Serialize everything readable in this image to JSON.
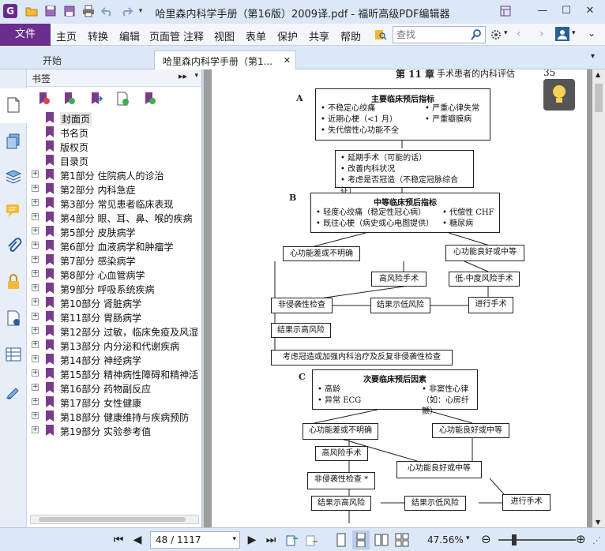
{
  "window": {
    "title": "哈里森内科学手册（第16版）2009译.pdf - 福昕高级PDF编辑器",
    "logo_letter": "G"
  },
  "menu": {
    "file": "文件",
    "items": [
      "主页",
      "转换",
      "编辑",
      "页面管",
      "注释",
      "视图",
      "表单",
      "保护",
      "共享",
      "帮助"
    ],
    "search_placeholder": "查找"
  },
  "tabs": {
    "start": "开始",
    "doc": "哈里森内科学手册（第1..."
  },
  "bookmarks": {
    "header": "书签",
    "items": [
      {
        "label": "封面页",
        "expandable": false,
        "selected": true
      },
      {
        "label": "书名页",
        "expandable": false
      },
      {
        "label": "版权页",
        "expandable": false
      },
      {
        "label": "目录页",
        "expandable": false
      },
      {
        "label": "第1部分  住院病人的诊治",
        "expandable": true
      },
      {
        "label": "第2部分  内科急症",
        "expandable": true
      },
      {
        "label": "第3部分  常见患者临床表现",
        "expandable": true
      },
      {
        "label": "第4部分  眼、耳、鼻、喉的疾病",
        "expandable": true
      },
      {
        "label": "第5部分  皮肤病学",
        "expandable": true
      },
      {
        "label": "第6部分  血液病学和肿瘤学",
        "expandable": true
      },
      {
        "label": "第7部分  感染病学",
        "expandable": true
      },
      {
        "label": "第8部分  心血管病学",
        "expandable": true
      },
      {
        "label": "第9部分  呼吸系统疾病",
        "expandable": true
      },
      {
        "label": "第10部分  肾脏病学",
        "expandable": true
      },
      {
        "label": "第11部分  胃肠病学",
        "expandable": true
      },
      {
        "label": "第12部分  过敏，临床免疫及风湿",
        "expandable": true
      },
      {
        "label": "第13部分  内分泌和代谢疾病",
        "expandable": true
      },
      {
        "label": "第14部分  神经病学",
        "expandable": true
      },
      {
        "label": "第15部分  精神病性障碍和精神活",
        "expandable": true
      },
      {
        "label": "第16部分  药物副反应",
        "expandable": true
      },
      {
        "label": "第17部分  女性健康",
        "expandable": true
      },
      {
        "label": "第18部分  健康维持与疾病预防",
        "expandable": true
      },
      {
        "label": "第19部分  实验参考值",
        "expandable": true
      }
    ]
  },
  "page": {
    "chapter": "第 11 章",
    "chapter_title": "手术患者的内科评估",
    "page_number": "35",
    "section_a": "A",
    "section_b": "B",
    "section_c": "C",
    "a_main": {
      "title": "主要临床预后指标",
      "left": [
        "• 不稳定心绞痛",
        "• 近期心梗（<1 月）",
        "• 失代偿性心功能不全"
      ],
      "right": [
        "• 严重心律失常",
        "• 严重瓣膜病"
      ]
    },
    "a_actions": [
      "• 延期手术（可能的话）",
      "• 改善内科状况",
      "• 考虑是否冠造（不稳定冠脉综合征）"
    ],
    "b_main": {
      "title": "中等临床预后指标",
      "left": [
        "• 轻度心绞痛（稳定性冠心病）",
        "• 既往心梗（病史或心电图提供）"
      ],
      "right": [
        "• 代偿性 CHF",
        "• 糖尿病"
      ]
    },
    "b_poor": "心功能差或不明确",
    "b_good": "心功能良好或中等",
    "b_high": "高风险手术",
    "b_lowmid": "低-中度风险手术",
    "b_noninv": "非侵袭性检查",
    "b_lowrisk": "结果示低风险",
    "b_proceed": "进行手术",
    "b_highrisk": "结果示高风险",
    "b_consider": "考虑冠造或加强内科治疗及反复非侵袭性检查",
    "c_main": {
      "title": "次要临床预后因素",
      "left": [
        "• 高龄",
        "• 异常 ECG"
      ],
      "right": [
        "• 非窦性心律",
        "（如：心房纤颤）"
      ]
    },
    "c_poor": "心功能差或不明确",
    "c_good": "心功能良好或中等",
    "c_high": "高风险手术",
    "c_good2": "心功能良好或中等",
    "c_noninv": "非侵袭性检查 *",
    "c_highrisk": "结果示高风险",
    "c_lowrisk": "结果示低风险",
    "c_proceed": "进行手术"
  },
  "status": {
    "page_field": "48 / 1117",
    "zoom": "47.56%"
  }
}
